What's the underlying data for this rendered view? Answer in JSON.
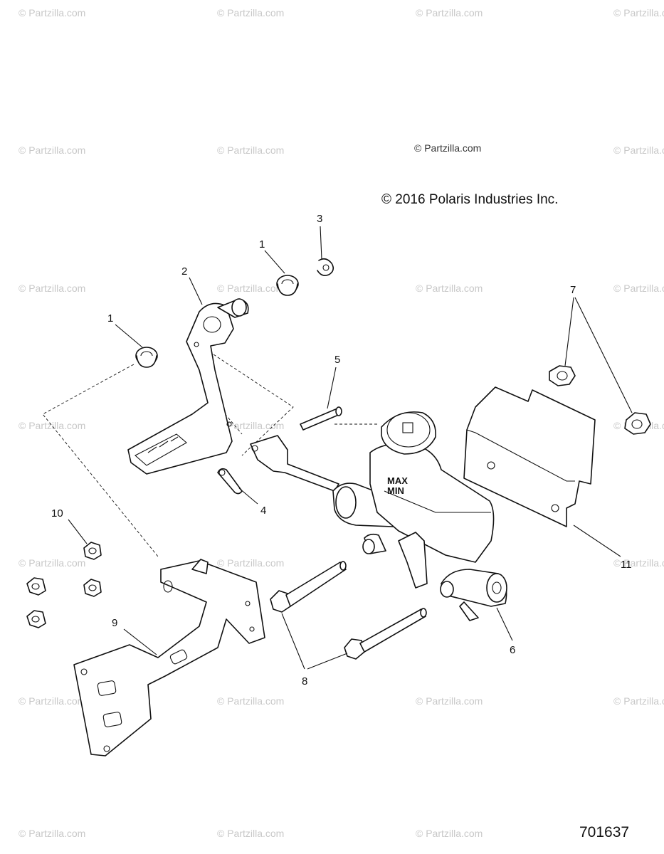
{
  "watermarks": {
    "text": "© Partzilla.com",
    "main_text": "© Partzilla.com"
  },
  "copyright": "© 2016 Polaris Industries Inc.",
  "diagram_number": "701637",
  "callouts": {
    "c1a": "1",
    "c1b": "1",
    "c2": "2",
    "c3": "3",
    "c4": "4",
    "c5": "5",
    "c6": "6",
    "c7": "7",
    "c8": "8",
    "c9": "9",
    "c10": "10",
    "c11": "11"
  },
  "reservoir_labels": {
    "max": "MAX",
    "min": "MIN"
  }
}
